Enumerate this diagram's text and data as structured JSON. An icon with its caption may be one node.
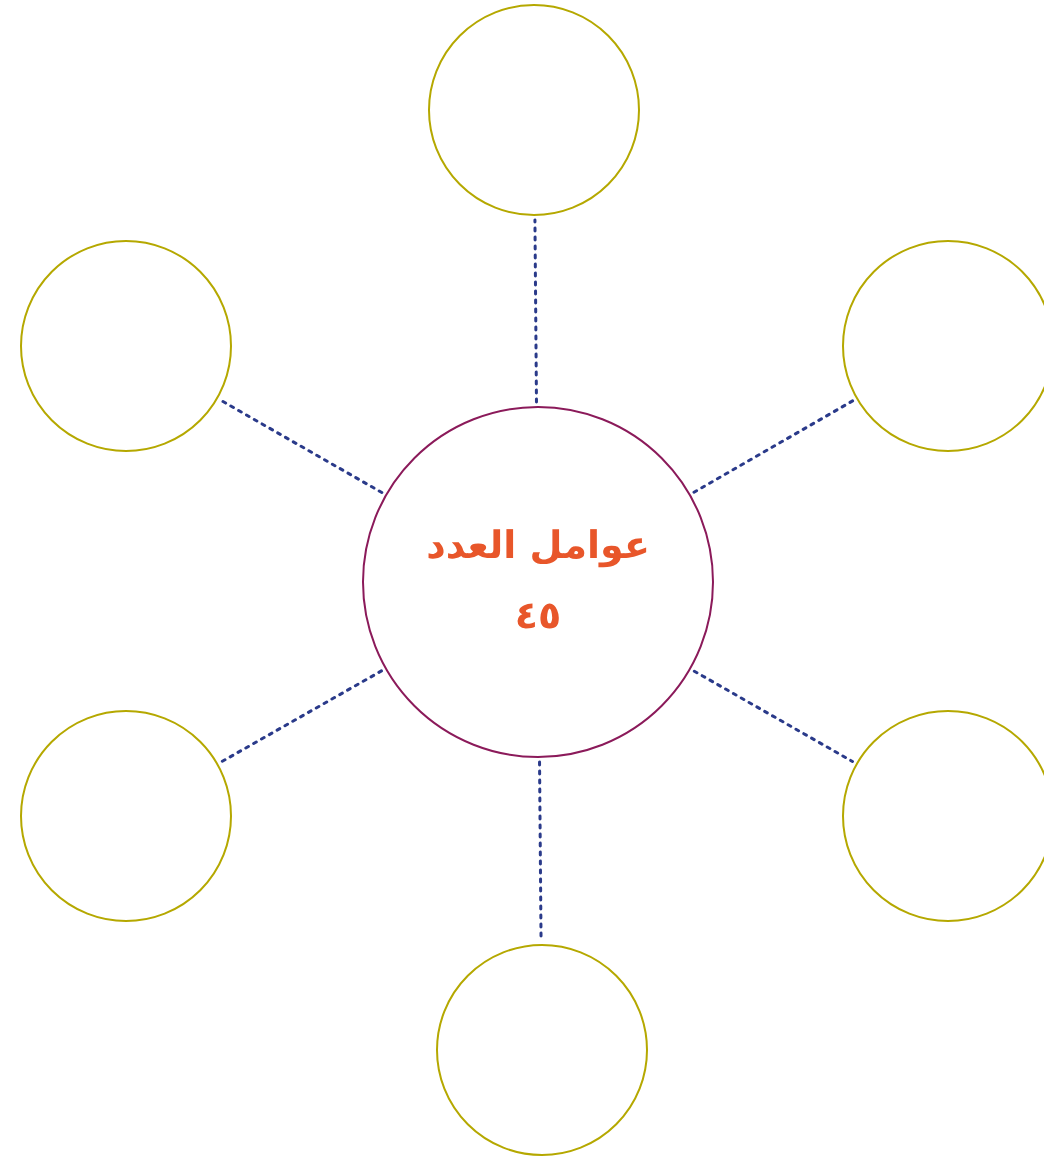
{
  "diagram": {
    "nodes": [
      {
        "text": [
          "عوامل العدد",
          "٤٥"
        ]
      },
      {
        "text": [],
        "shape": "circle"
      },
      {
        "text": [],
        "shape": "circle"
      },
      {
        "text": [],
        "shape": "circle"
      },
      {
        "text": [],
        "shape": "circle"
      },
      {
        "text": [],
        "shape": "circle"
      },
      {
        "text": [],
        "shape": "circle"
      }
    ],
    "edges": [
      {
        "from": 0,
        "to": 1,
        "arrow": "none"
      },
      {
        "from": 0,
        "to": 2,
        "arrow": "none"
      },
      {
        "from": 0,
        "to": 3,
        "arrow": "none"
      },
      {
        "from": 0,
        "to": 4,
        "arrow": "none"
      },
      {
        "from": 0,
        "to": 5,
        "arrow": "none"
      },
      {
        "from": 0,
        "to": 6,
        "arrow": "none"
      }
    ]
  }
}
